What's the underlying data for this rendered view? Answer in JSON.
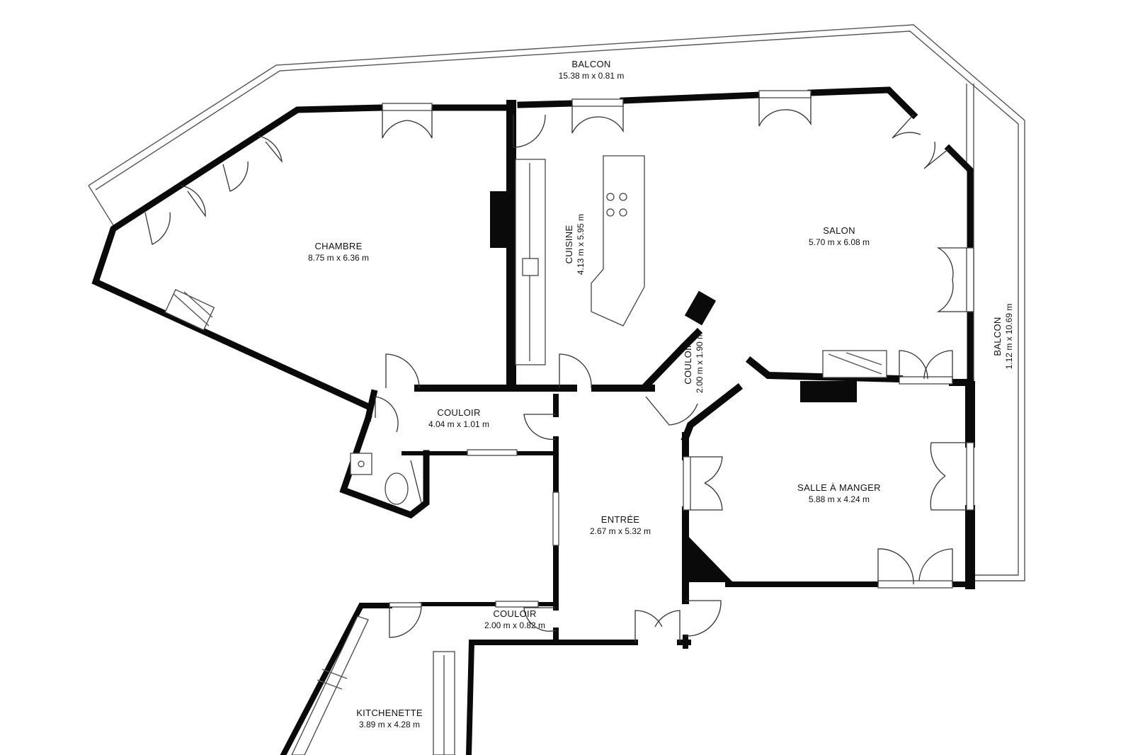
{
  "rooms": [
    {
      "id": "balcon-top",
      "name": "BALCON",
      "dims": "15.38 m x 0.81 m"
    },
    {
      "id": "chambre",
      "name": "CHAMBRE",
      "dims": "8.75 m x 6.36 m"
    },
    {
      "id": "cuisine",
      "name": "CUISINE",
      "dims": "4.13 m x 5.95 m"
    },
    {
      "id": "salon",
      "name": "SALON",
      "dims": "5.70 m x 6.08 m"
    },
    {
      "id": "balcon-right",
      "name": "BALCON",
      "dims": "1.12 m x 10.69 m"
    },
    {
      "id": "couloir-diag",
      "name": "COULOIR",
      "dims": "2.00 m x 1.90 m"
    },
    {
      "id": "couloir-left",
      "name": "COULOIR",
      "dims": "4.04 m x 1.01 m"
    },
    {
      "id": "salle-a-manger",
      "name": "SALLE À MANGER",
      "dims": "5.88 m x 4.24 m"
    },
    {
      "id": "entree",
      "name": "ENTRÉE",
      "dims": "2.67 m x 5.32 m"
    },
    {
      "id": "couloir-bottom",
      "name": "COULOIR",
      "dims": "2.00 m x 0.82 m"
    },
    {
      "id": "kitchenette",
      "name": "KITCHENETTE",
      "dims": "3.89 m x 4.28 m"
    }
  ],
  "colors": {
    "wall": "#0a0a0a",
    "line": "#555555",
    "background": "#ffffff"
  }
}
